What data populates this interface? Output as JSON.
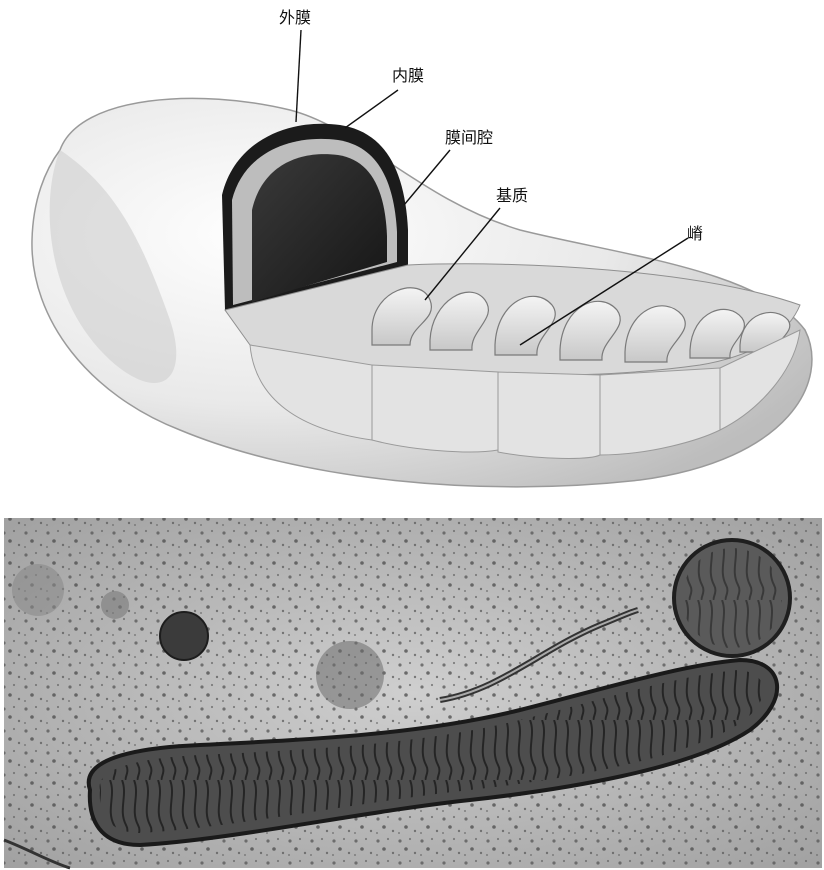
{
  "labels": {
    "outer_membrane": "外膜",
    "inner_membrane": "内膜",
    "intermembrane_space": "膜间腔",
    "matrix": "基质",
    "cristae": "嵴"
  },
  "colors": {
    "background": "#ffffff",
    "shell_fill": "#e6e6e6",
    "outer_membrane_dark": "#1f1f1f",
    "micrograph_bg": "#b9b9b9",
    "mito_dark": "#2e2e2e"
  }
}
